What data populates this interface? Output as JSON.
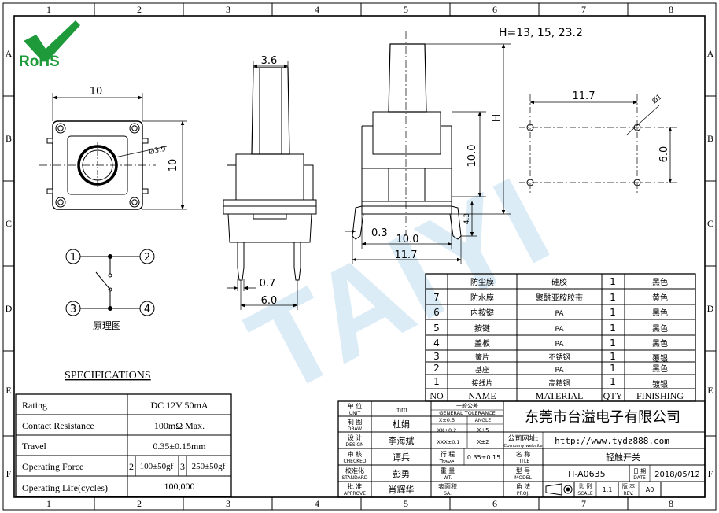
{
  "border": {
    "columns": [
      "1",
      "2",
      "3",
      "4",
      "5",
      "6",
      "7",
      "8"
    ],
    "rows": [
      "A",
      "B",
      "C",
      "D",
      "E",
      "F"
    ]
  },
  "logo": {
    "text": "RoHS"
  },
  "watermark": "TAIYI",
  "height_note": "H=13, 15, 23.2",
  "dimensions": {
    "top_width": "10",
    "top_height": "10",
    "top_hole": "Ø3.9",
    "side_stem": "3.6",
    "side_pin": "0.7",
    "side_pin_span": "6.0",
    "front_h": "H",
    "front_body": "10.0",
    "front_pin_len": "4.3",
    "front_pin_w": "0.3",
    "front_width": "10.0",
    "front_total": "11.7",
    "pcb_width": "11.7",
    "pcb_height": "6.0",
    "pcb_hole": "Ø1"
  },
  "schematic": {
    "pins": [
      "1",
      "2",
      "3",
      "4"
    ],
    "label": "原理图"
  },
  "parts_table": {
    "headers": {
      "no": "NO",
      "name": "NAME",
      "material": "MATERIAL",
      "qty": "QTY",
      "finishing": "FINISHING"
    },
    "rows": [
      {
        "no": "",
        "name": "防尘膜",
        "material": "硅胶",
        "qty": "1",
        "finishing": "黑色"
      },
      {
        "no": "7",
        "name": "防水膜",
        "material": "聚酰亚胺胶带",
        "qty": "1",
        "finishing": "黄色"
      },
      {
        "no": "6",
        "name": "内按键",
        "material": "PA",
        "qty": "1",
        "finishing": "黑色"
      },
      {
        "no": "5",
        "name": "按键",
        "material": "PA",
        "qty": "1",
        "finishing": "黑色"
      },
      {
        "no": "4",
        "name": "盖板",
        "material": "PA",
        "qty": "1",
        "finishing": "黑色"
      },
      {
        "no": "3",
        "name": "簧片",
        "material": "不锈钢",
        "qty": "1",
        "finishing": "覆银"
      },
      {
        "no": "2",
        "name": "基座",
        "material": "PA",
        "qty": "1",
        "finishing": "黑色"
      },
      {
        "no": "1",
        "name": "接线片",
        "material": "高精铜",
        "qty": "1",
        "finishing": "镀银"
      }
    ]
  },
  "specifications": {
    "title": "SPECIFICATIONS",
    "rows": [
      {
        "label": "Rating",
        "value": "DC 12V 50mA"
      },
      {
        "label": "Contact Resistance",
        "value": "100mΩ Max."
      },
      {
        "label": "Travel",
        "value": "0.35±0.15mm"
      },
      {
        "label": "Operating Force",
        "n2": "2",
        "v2": "100±50gf",
        "n3": "3",
        "v3": "250±50gf"
      },
      {
        "label": "Operating Life(cycles)",
        "value": "100,000"
      }
    ]
  },
  "title_block": {
    "unit_label": "单 位",
    "unit_label_en": "UNIT",
    "unit_value": "mm",
    "draw_label": "制 图",
    "draw_label_en": "DRAW",
    "draw_value": "杜娟",
    "design_label": "设 计",
    "design_label_en": "DESIGN",
    "design_value": "李海斌",
    "checked_label": "审 核",
    "checked_label_en": "CHECKED",
    "checked_value": "谭兵",
    "standard_label": "校准化",
    "standard_label_en": "STANDARD",
    "standard_value": "彭勇",
    "approve_label": "批 准",
    "approve_label_en": "APPROVE",
    "approve_value": "肖辉华",
    "tolerance_title": "一般公差",
    "tolerance_title_en": "GENERAL TOLERANCE",
    "tol_x": "X±0.5",
    "tol_angle": "ANGLE",
    "tol_xx": "XX±0.2",
    "tol_a1": "X±5",
    "tol_xxx": "XXX±0.1",
    "tol_a2": "X±2",
    "travel_label": "行 程",
    "travel_label_en": "Travel",
    "travel_value": "0.35±0.15",
    "wt_label": "重 量",
    "wt_label_en": "WT.",
    "sa_label": "表面积",
    "sa_label_en": "SA.",
    "company": "东莞市台溢电子有限公司",
    "website_label": "公司网址:",
    "website_label_en": "Company website",
    "website": "http://www.tydz888.com",
    "title_label": "名 称",
    "title_label_en": "TITLE",
    "title_value": "轻触开关",
    "model_label": "型 号",
    "model_label_en": "MODEL",
    "model_value": "TI-A0635",
    "date_label": "日 期",
    "date_label_en": "DATE",
    "date_value": "2018/05/12",
    "proj_label": "角 法",
    "proj_label_en": "PROJ.",
    "scale_label": "比 例",
    "scale_label_en": "SCALE",
    "scale_value": "1:1",
    "rev_label": "版 本",
    "rev_label_en": "REV.",
    "rev_value": "A0"
  }
}
